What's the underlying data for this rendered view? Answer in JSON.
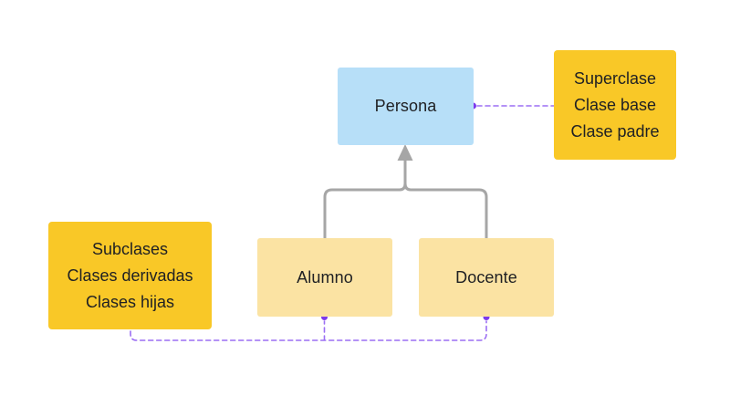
{
  "diagram": {
    "nodes": {
      "persona": {
        "label": "Persona"
      },
      "alumno": {
        "label": "Alumno"
      },
      "docente": {
        "label": "Docente"
      }
    },
    "notes": {
      "superclase": {
        "lines": [
          "Superclase",
          "Clase base",
          "Clase padre"
        ]
      },
      "subclases": {
        "lines": [
          "Subclases",
          "Clases derivadas",
          "Clases hijas"
        ]
      }
    },
    "colors": {
      "background": "#ffffff",
      "superclass_fill": "#b7dff8",
      "subclass_fill": "#fbe3a3",
      "note_fill": "#f9c827",
      "text": "#202124",
      "connector_gray": "#a6a6a6",
      "connector_purple": "#9b6ef3",
      "dot_purple": "#7c3aed"
    }
  }
}
